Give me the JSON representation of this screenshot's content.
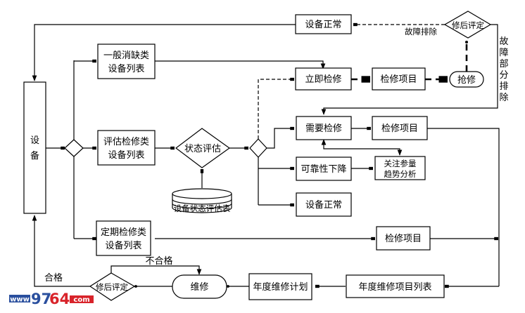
{
  "diagram": {
    "title": "设备检修流程图",
    "nodes": {
      "equipment": "设备",
      "general_defect_list": [
        "一般消缺类",
        "设备列表"
      ],
      "assessment_list": [
        "评估检修类",
        "设备列表"
      ],
      "periodic_list": [
        "定期检修类",
        "设备列表"
      ],
      "state_assessment": "状态评估",
      "state_assessment_table": "设备状态评估表",
      "immediate_repair": "立即检修",
      "repair_items_top": "检修项目",
      "emergency_repair": "抢修",
      "post_repair_eval_top": "修后评定",
      "equipment_normal_top": "设备正常",
      "need_repair": "需要检修",
      "repair_items_mid": "检修项目",
      "reliability_decline": "可靠性下降",
      "param_trend": [
        "关注参量",
        "趋势分析"
      ],
      "equipment_normal_mid": "设备正常",
      "repair_items_bottom": "检修项目",
      "annual_item_list": "年度维修项目列表",
      "annual_plan": "年度维修计划",
      "maintenance": "维修",
      "post_repair_eval_bottom": "修后评定"
    },
    "edge_labels": {
      "fault_cleared": "故障排除",
      "fault_partially_cleared": [
        "故",
        "障",
        "部",
        "分",
        "排",
        "除"
      ],
      "qualified": "合格",
      "unqualified": "不合格"
    },
    "colors": {
      "line": "#000000",
      "background": "#ffffff",
      "watermark_blue": "#2a4f9e",
      "watermark_red": "#d8232a"
    }
  },
  "watermark": {
    "prefix": "www",
    "num_blue": "97",
    "num_red": "64",
    "suffix": "com"
  }
}
